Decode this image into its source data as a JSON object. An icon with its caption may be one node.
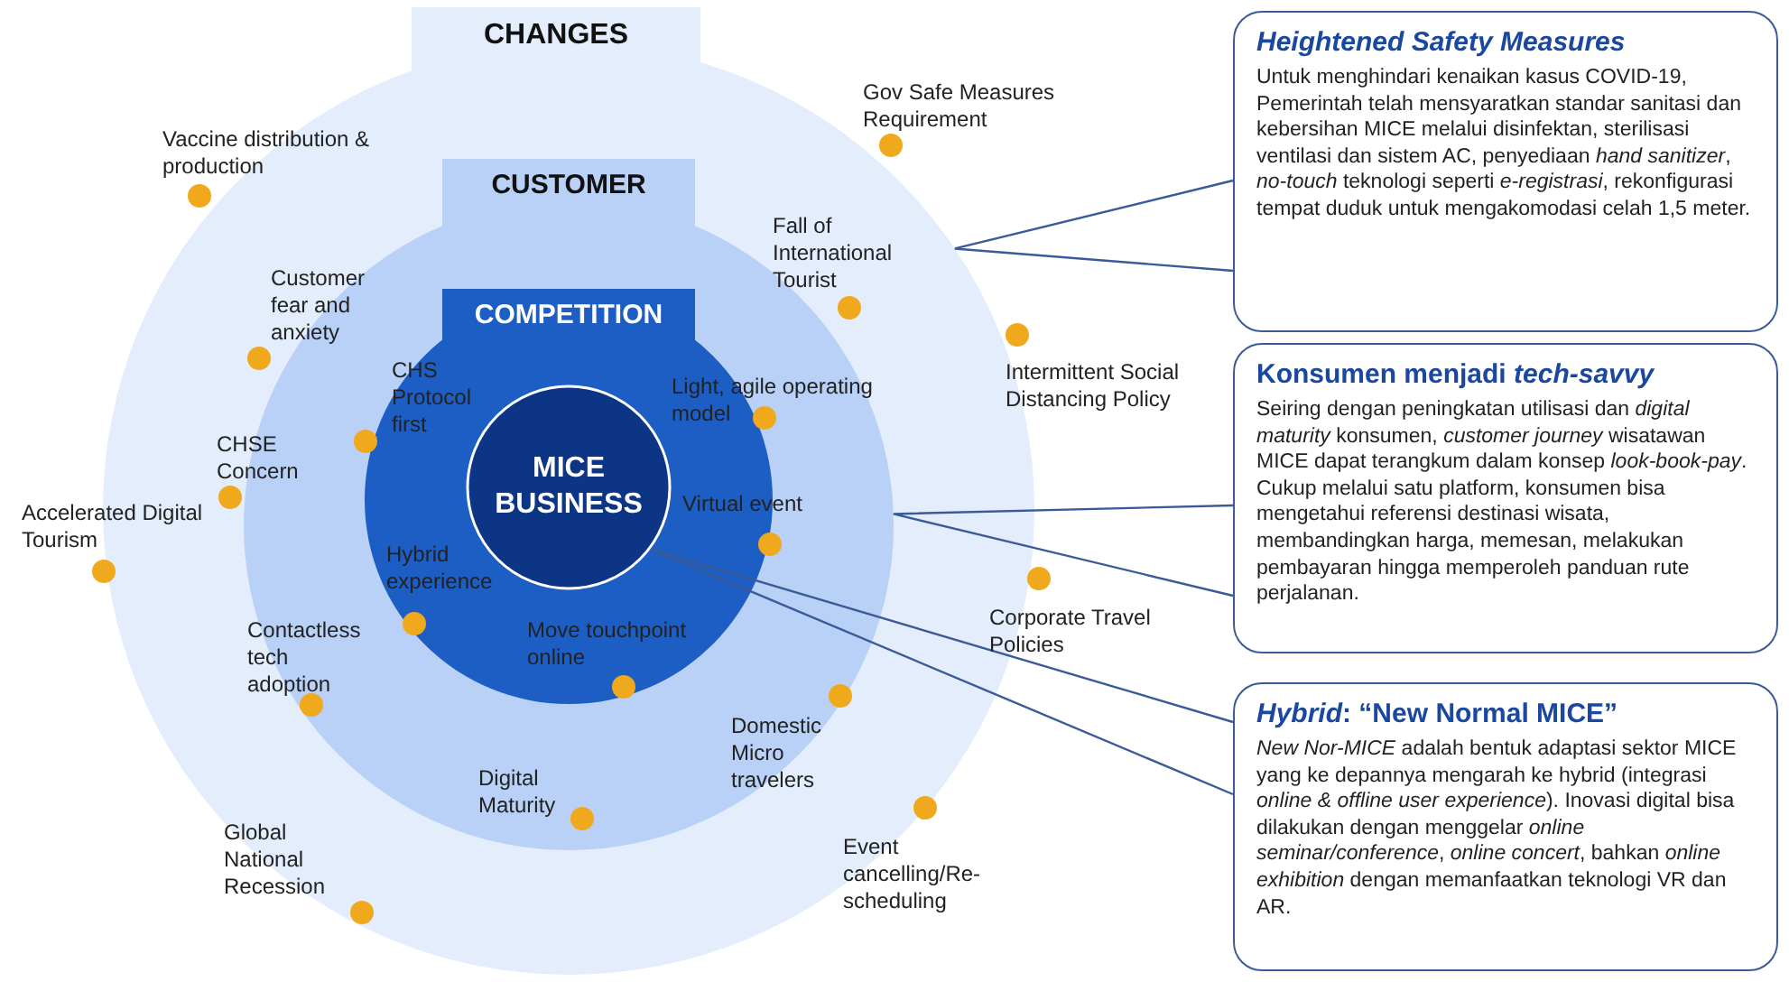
{
  "diagram": {
    "nodes": [
      {
        "text": [
          "CHANGES"
        ]
      },
      {
        "text": [
          "CUSTOMER"
        ],
        "in": 0
      },
      {
        "text": [
          "COMPETITION"
        ],
        "in": 1
      },
      {
        "text": [
          "MICE BUSINESS"
        ],
        "in": 2
      },
      {
        "text": [
          "Heightened Safety Measures",
          "Untuk menghindari kenaikan kasus COVID-19, Pemerintah telah mensyaratkan standar sanitasi dan kebersihan MICE melalui disinfektan, sterilisasi ventilasi dan sistem AC, penyediaan *hand sanitizer*, *no-touch* teknologi seperti *e-registrasi*, rekonfigurasi tempat duduk untuk mengakomodasi celah 1,5 meter."
        ]
      },
      {
        "text": [
          "Konsumen menjadi *tech-savvy*",
          "Seiring dengan peningkatan utilisasi dan *digital maturity* konsumen, *customer journey* wisatawan MICE dapat terangkum dalam konsep *look-book-pay*. Cukup melalui satu platform, konsumen bisa mengetahui referensi destinasi wisata, membandingkan harga, memesan, melakukan pembayaran hingga memperoleh panduan rute perjalanan."
        ]
      },
      {
        "text": [
          "*Hybrid*: “New Normal MICE”",
          "*New Nor-MICE* adalah bentuk adaptasi sektor MICE yang ke depannya mengarah ke hybrid (integrasi *online & offline user experience*). Inovasi digital bisa dilakukan dengan menggelar *online seminar/conference*, *online concert*, bahkan *online exhibition* dengan memanfaatkan teknologi VR dan AR."
        ]
      }
    ],
    "edges": [
      {
        "from": 4,
        "to": 0,
        "arrow": "none"
      },
      {
        "from": 5,
        "to": 1,
        "arrow": "none"
      },
      {
        "from": 6,
        "to": 3,
        "arrow": "none"
      }
    ],
    "labels": [
      "Gov Safe Measures Requirement",
      "Vaccine distribution & production",
      "Fall of International Tourist",
      "Customer fear and anxiety",
      "CHS Protocol first",
      "Light, agile operating model",
      "Intermittent Social Distancing Policy",
      "CHSE Concern",
      "Accelerated Digital Tourism",
      "Virtual event",
      "Hybrid experience",
      "Corporate Travel Policies",
      "Move touchpoint online",
      "Contactless tech adoption",
      "Domestic Micro travelers",
      "Digital Maturity",
      "Event cancelling/Re-scheduling",
      "Global National Recession"
    ]
  }
}
